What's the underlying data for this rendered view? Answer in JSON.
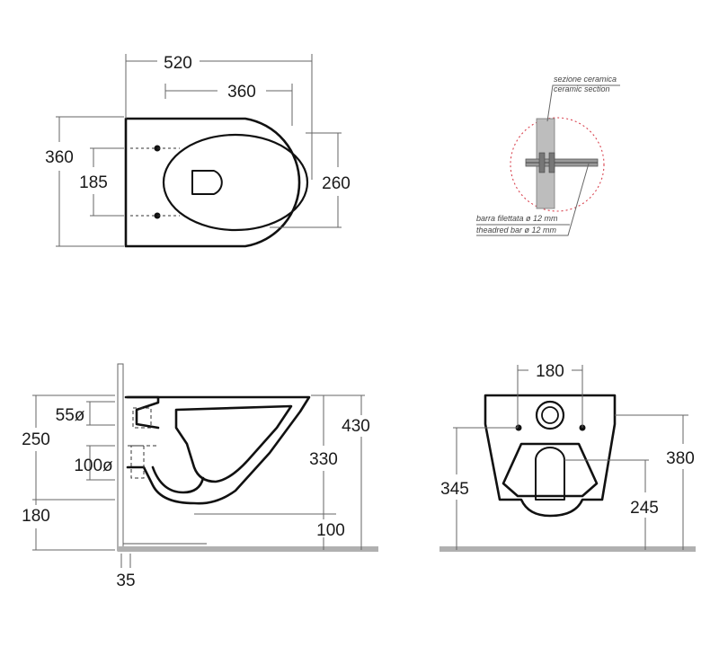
{
  "top_view": {
    "width_total": "520",
    "width_inner": "360",
    "depth_total": "360",
    "fixing_spacing": "185",
    "rim_width": "260"
  },
  "ceramic_detail": {
    "label_it": "sezione ceramica",
    "label_en": "ceramic section",
    "bar_it": "barra filettata ø 12 mm",
    "bar_en": "theadred bar ø 12 mm"
  },
  "side_view": {
    "inlet_diameter": "55ø",
    "inlet_height": "250",
    "outlet_diameter": "100ø",
    "outlet_height": "180",
    "total_height": "430",
    "rim_to_outlet": "330",
    "outlet_to_floor": "100",
    "wall_gap": "35"
  },
  "front_view": {
    "fixing_spacing": "180",
    "fixing_height": "345",
    "top_height": "380",
    "outlet_height": "245"
  }
}
